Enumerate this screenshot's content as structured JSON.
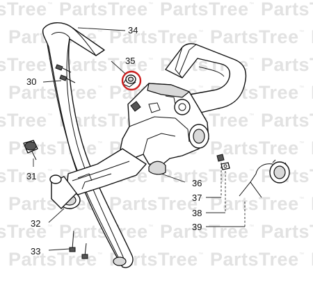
{
  "watermark": {
    "text": "PartsTree",
    "trademark": "™"
  },
  "callouts": [
    {
      "id": "c30",
      "label": "30"
    },
    {
      "id": "c31",
      "label": "31"
    },
    {
      "id": "c32",
      "label": "32"
    },
    {
      "id": "c33",
      "label": "33"
    },
    {
      "id": "c34",
      "label": "34"
    },
    {
      "id": "c35",
      "label": "35"
    },
    {
      "id": "c36",
      "label": "36"
    },
    {
      "id": "c37",
      "label": "37"
    },
    {
      "id": "c38",
      "label": "38"
    },
    {
      "id": "c39",
      "label": "39"
    }
  ],
  "highlight": {
    "callout": "35",
    "color": "#cc1f1f"
  },
  "colors": {
    "line": "#111111",
    "watermark": "#e2e2e2",
    "background": "#ffffff"
  }
}
